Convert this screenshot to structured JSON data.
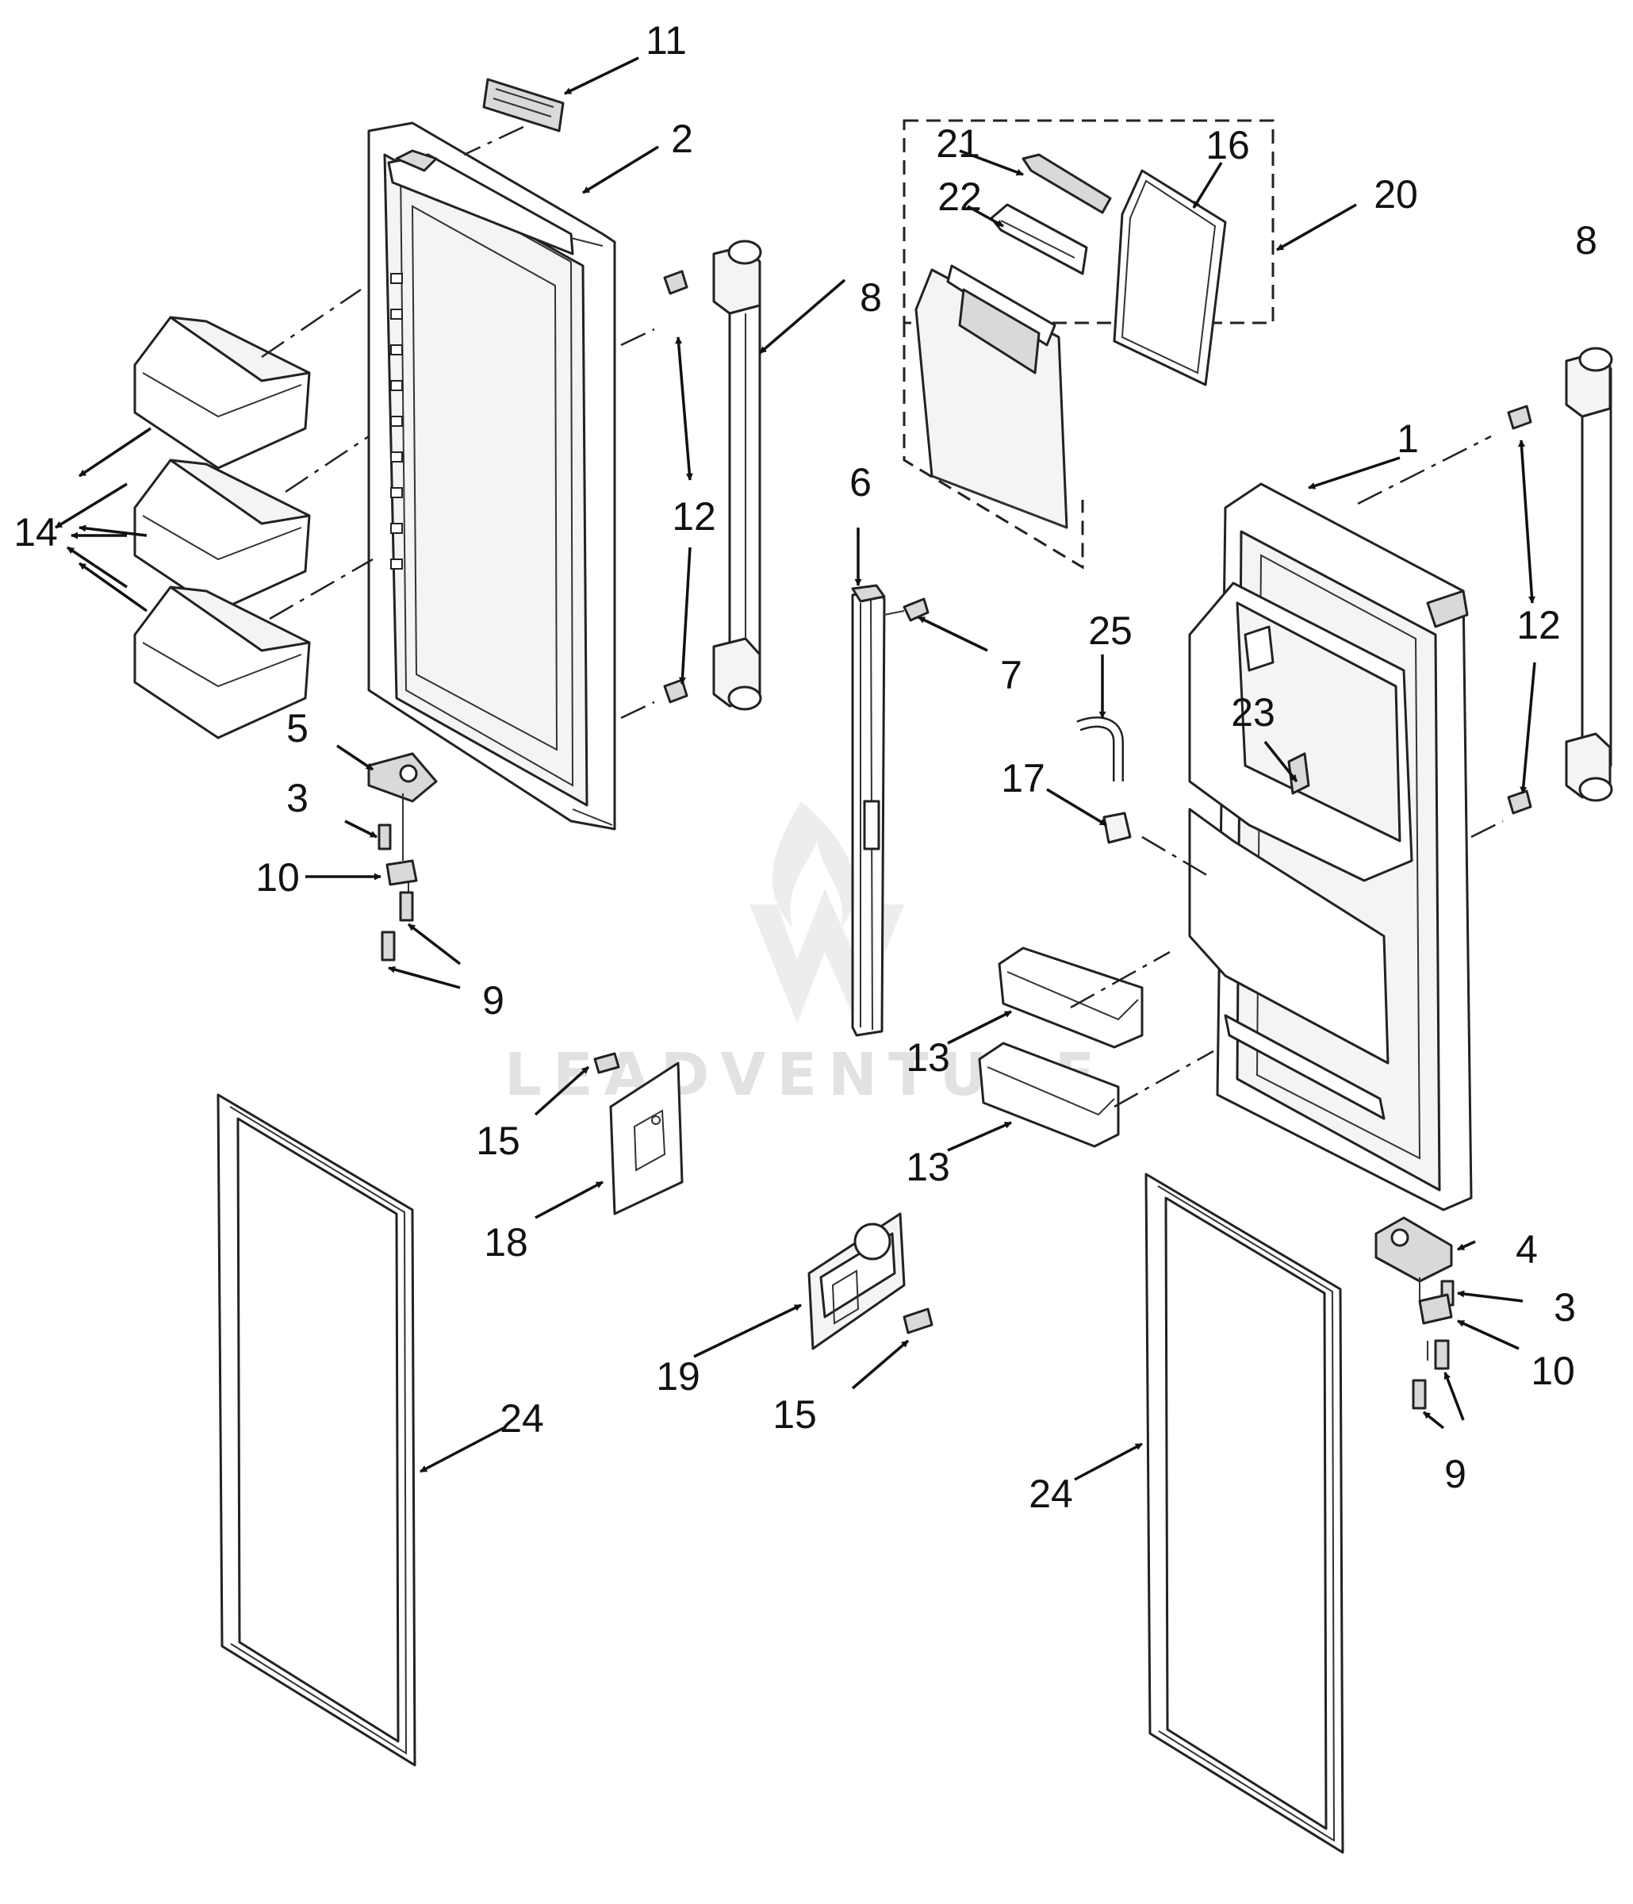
{
  "watermark": {
    "text": "LEADVENTURE"
  },
  "callouts": {
    "c1": "1",
    "c2": "2",
    "c3a": "3",
    "c3b": "3",
    "c4": "4",
    "c5": "5",
    "c6": "6",
    "c7": "7",
    "c8a": "8",
    "c8b": "8",
    "c9a": "9",
    "c9b": "9",
    "c10a": "10",
    "c10b": "10",
    "c11": "11",
    "c12a": "12",
    "c12b": "12",
    "c13a": "13",
    "c13b": "13",
    "c14": "14",
    "c15a": "15",
    "c15b": "15",
    "c16": "16",
    "c17": "17",
    "c18": "18",
    "c19": "19",
    "c20": "20",
    "c21": "21",
    "c22": "22",
    "c23": "23",
    "c24a": "24",
    "c24b": "24",
    "c25": "25"
  }
}
